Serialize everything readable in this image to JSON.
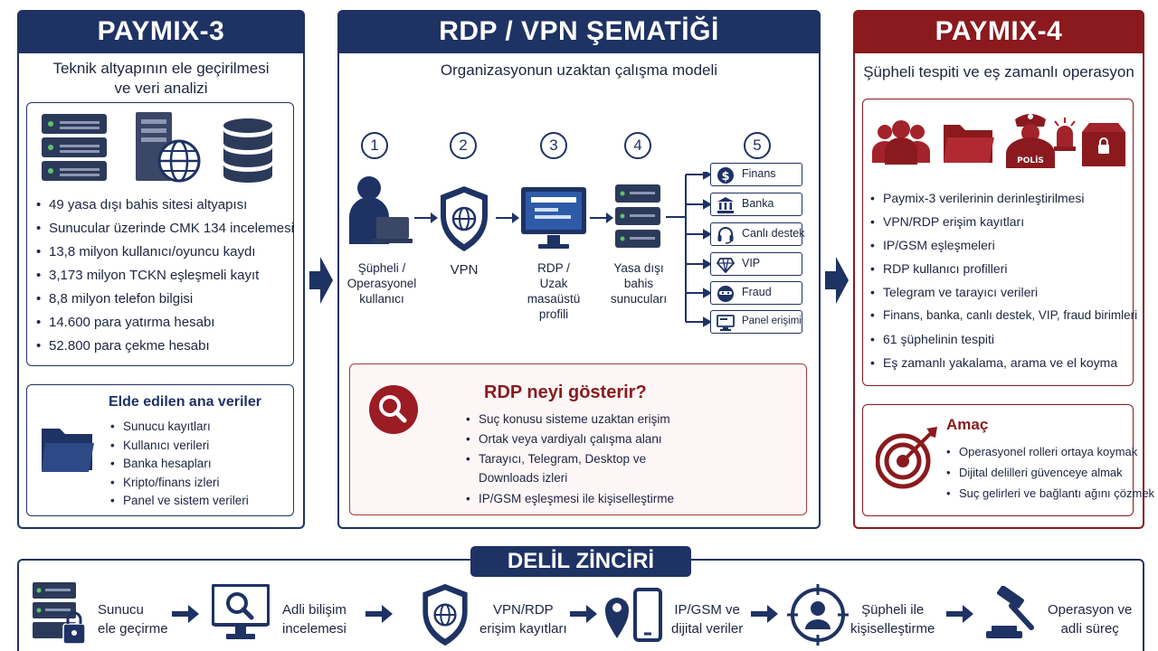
{
  "paymix3": {
    "title": "PAYMIX-3",
    "subtitle_line1": "Teknik altyapının ele geçirilmesi",
    "subtitle_line2": "ve veri analizi",
    "stats": [
      "49 yasa dışı bahis sitesi altyapısı",
      "Sunucular üzerinde CMK 134 incelemesi",
      "13,8 milyon kullanıcı/oyuncu kaydı",
      "3,173 milyon TCKN eşleşmeli kayıt",
      "8,8 milyon telefon bilgisi",
      "14.600 para yatırma hesabı",
      "52.800 para çekme hesabı"
    ],
    "data_title": "Elde edilen ana veriler",
    "data_items": [
      "Sunucu kayıtları",
      "Kullanıcı verileri",
      "Banka hesapları",
      "Kripto/finans izleri",
      "Panel ve sistem verileri"
    ]
  },
  "rdp": {
    "title": "RDP / VPN ŞEMATİĞİ",
    "subtitle": "Organizasyonun uzaktan çalışma modeli",
    "steps": [
      {
        "num": "1",
        "label_l1": "Şüpheli /",
        "label_l2": "Operasyonel",
        "label_l3": "kullanıcı"
      },
      {
        "num": "2",
        "label_l1": "VPN"
      },
      {
        "num": "3",
        "label_l1": "RDP /",
        "label_l2": "Uzak masaüstü",
        "label_l3": "profili"
      },
      {
        "num": "4",
        "label_l1": "Yasa dışı",
        "label_l2": "bahis",
        "label_l3": "sunucuları"
      },
      {
        "num": "5"
      }
    ],
    "units": [
      "Finans",
      "Banka",
      "Canlı destek",
      "VIP",
      "Fraud",
      "Panel erişimi"
    ],
    "info_title": "RDP neyi gösterir?",
    "info_items": [
      "Suç konusu sisteme uzaktan erişim",
      "Ortak veya vardiyalı çalışma alanı",
      "Tarayıcı, Telegram, Desktop ve",
      "Downloads izleri",
      "IP/GSM eşleşmesi ile kişiselleştirme"
    ]
  },
  "paymix4": {
    "title": "PAYMIX-4",
    "subtitle": "Şüpheli tespiti ve eş zamanlı operasyon",
    "police_label": "POLİS",
    "items": [
      "Paymix-3 verilerinin derinleştirilmesi",
      "VPN/RDP erişim kayıtları",
      "IP/GSM eşleşmeleri",
      "RDP kullanıcı profilleri",
      "Telegram ve tarayıcı verileri",
      "Finans, banka, canlı destek, VIP, fraud birimleri",
      "61 şüphelinin tespiti",
      "Eş zamanlı yakalama, arama ve el koyma"
    ],
    "goal_title": "Amaç",
    "goal_items": [
      "Operasyonel rolleri ortaya koymak",
      "Dijital delilleri güvenceye almak",
      "Suç gelirleri ve bağlantı ağını çözmek"
    ]
  },
  "chain": {
    "title": "DELİL ZİNCİRİ",
    "steps": [
      {
        "l1": "Sunucu",
        "l2": "ele geçirme"
      },
      {
        "l1": "Adli bilişim",
        "l2": "incelemesi"
      },
      {
        "l1": "VPN/RDP",
        "l2": "erişim kayıtları"
      },
      {
        "l1": "IP/GSM ve",
        "l2": "dijital veriler"
      },
      {
        "l1": "Şüpheli ile",
        "l2": "kişiselleştirme"
      },
      {
        "l1": "Operasyon ve",
        "l2": "adli süreç"
      }
    ]
  },
  "colors": {
    "navy": "#1e3264",
    "maroon": "#8a1a1e"
  }
}
